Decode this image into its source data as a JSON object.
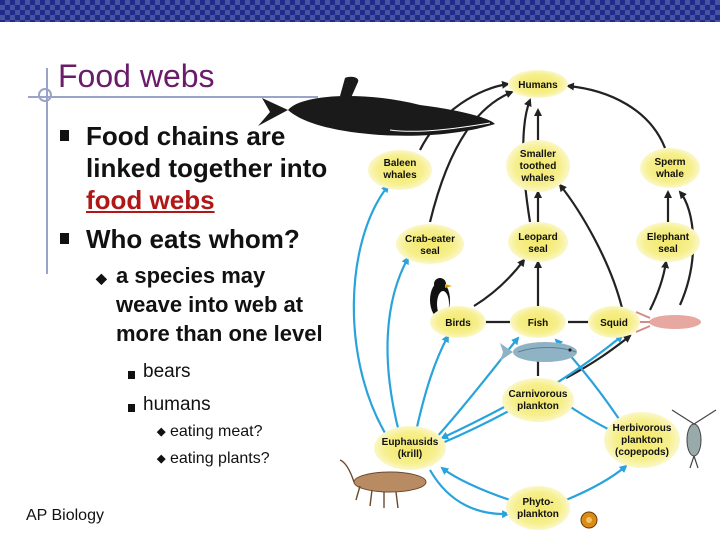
{
  "slide": {
    "title": "Food webs",
    "footer": "AP Biology",
    "bullets": [
      {
        "lines": [
          "Food chains are",
          "linked together into"
        ],
        "highlight": "food webs"
      },
      {
        "lines": [
          "Who eats whom?"
        ]
      }
    ],
    "sub_bullet": {
      "lines": [
        "a species may",
        "weave into web at",
        "more than one level"
      ]
    },
    "sub_sub_bullets": [
      "bears",
      "humans"
    ],
    "sub_sub_sub_bullets": [
      "eating meat?",
      "eating plants?"
    ]
  },
  "food_web": {
    "nodes": {
      "humans": "Humans",
      "baleen": [
        "Baleen",
        "whales"
      ],
      "toothed": [
        "Smaller",
        "toothed",
        "whales"
      ],
      "sperm": [
        "Sperm",
        "whale"
      ],
      "crabeater": [
        "Crab-eater",
        "seal"
      ],
      "leopard": [
        "Leopard",
        "seal"
      ],
      "elephant": [
        "Elephant",
        "seal"
      ],
      "birds": "Birds",
      "fish": "Fish",
      "squid": "Squid",
      "carnivorous": [
        "Carnivorous",
        "plankton"
      ],
      "euphausids": [
        "Euphausids",
        "(krill)"
      ],
      "herbivorous": [
        "Herbivorous",
        "plankton",
        "(copepods)"
      ],
      "phyto": [
        "Phyto-",
        "plankton"
      ]
    },
    "colors": {
      "arrow_dark": "#222222",
      "arrow_blue": "#29a3dc",
      "node_fill": "#f6ef8c",
      "node_glow": "#fbf7c8"
    }
  }
}
